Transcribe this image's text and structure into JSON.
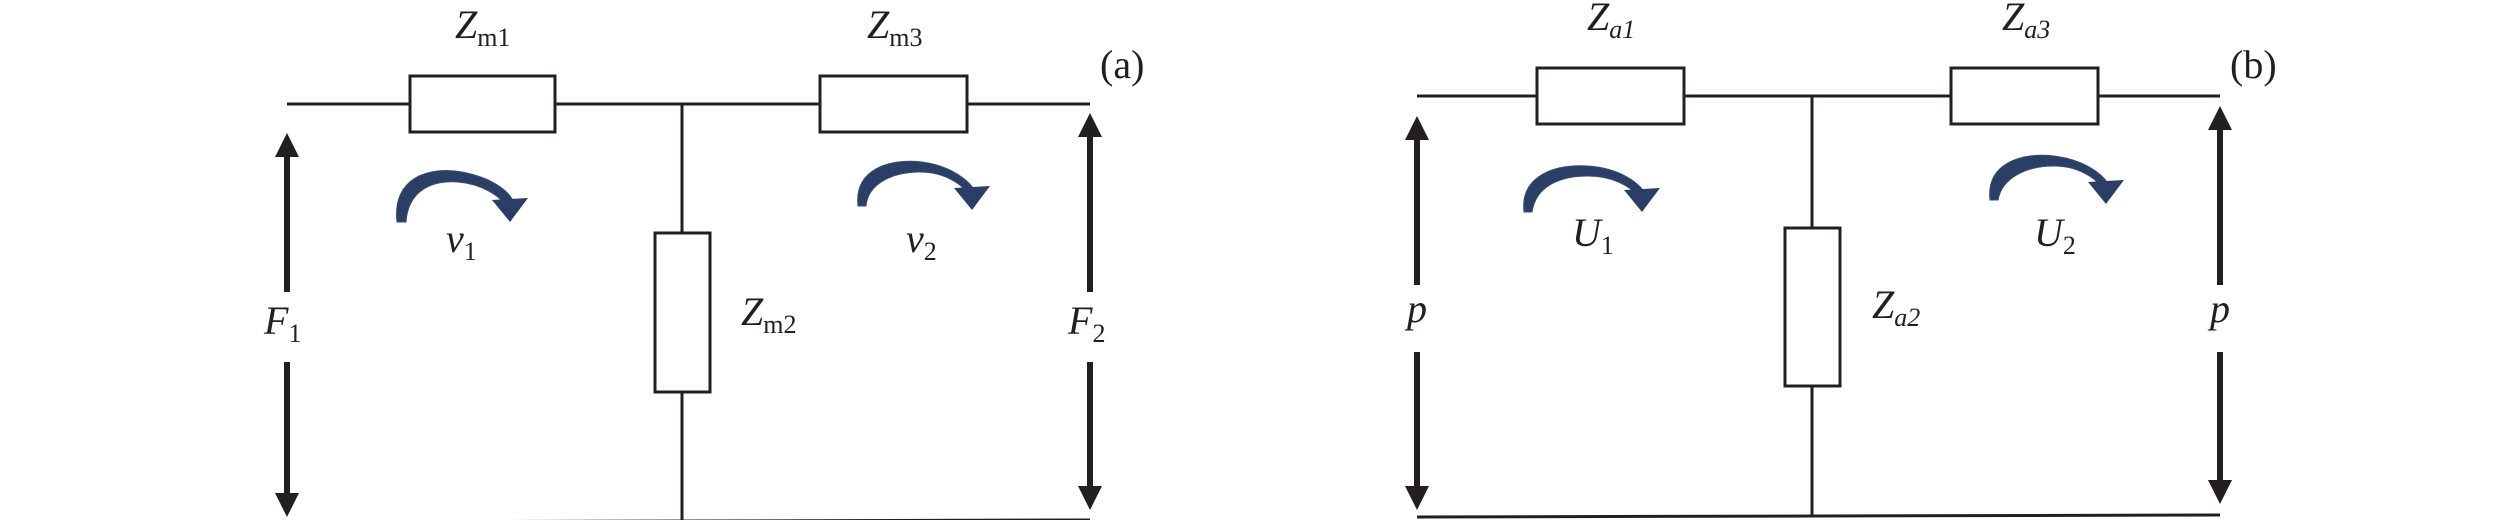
{
  "panel_a": {
    "tag": "(a)",
    "z1": {
      "base": "Z",
      "sub": "m1"
    },
    "z2": {
      "base": "Z",
      "sub": "m2"
    },
    "z3": {
      "base": "Z",
      "sub": "m3"
    },
    "loop1": {
      "base": "v",
      "sub": "1"
    },
    "loop2": {
      "base": "v",
      "sub": "2"
    },
    "left_port": {
      "base": "F",
      "sub": "1"
    },
    "right_port": {
      "base": "F",
      "sub": "2"
    }
  },
  "panel_b": {
    "tag": "(b)",
    "z1": {
      "base": "Z",
      "sub": "a1"
    },
    "z2": {
      "base": "Z",
      "sub": "a2"
    },
    "z3": {
      "base": "Z",
      "sub": "a3"
    },
    "loop1": {
      "base": "U",
      "sub": "1"
    },
    "loop2": {
      "base": "U",
      "sub": "2"
    },
    "left_port": {
      "base": "p"
    },
    "right_port": {
      "base": "p"
    }
  },
  "colors": {
    "line": "#231f20",
    "loop_arrow": "#2b3f66"
  }
}
